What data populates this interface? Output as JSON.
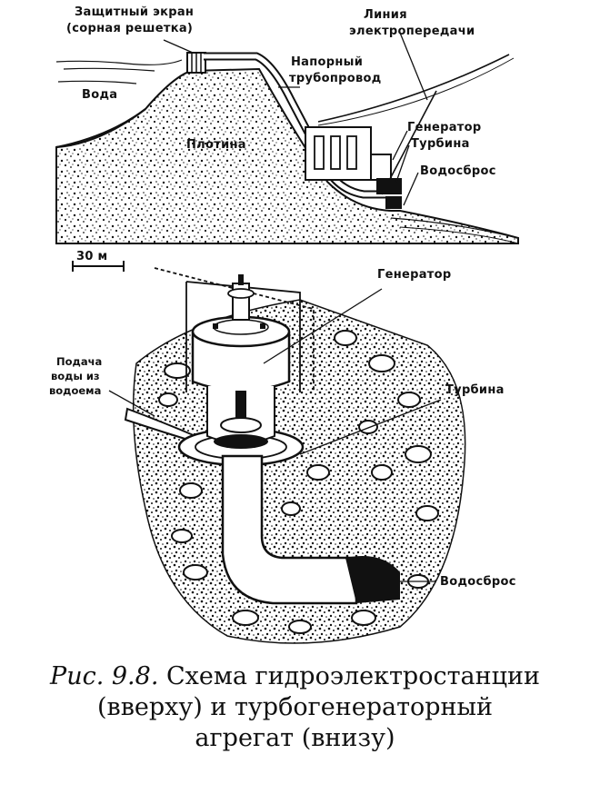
{
  "top_diagram": {
    "labels": {
      "screen_line1": "Защитный экран",
      "screen_line2": "(сорная решетка)",
      "water": "Вода",
      "dam": "Плотина",
      "penstock_line1": "Напорный",
      "penstock_line2": "трубопровод",
      "powerline_line1": "Линия",
      "powerline_line2": "электропередачи",
      "generator": "Генератор",
      "turbine": "Турбина",
      "spillway": "Водосброс"
    },
    "scale": "30 м"
  },
  "bottom_diagram": {
    "labels": {
      "generator": "Генератор",
      "turbine": "Турбина",
      "intake_line1": "Подача",
      "intake_line2": "воды из",
      "intake_line3": "водоема",
      "spillway": "Водосброс"
    }
  },
  "caption": {
    "prefix": "Рис. 9.8.",
    "line1": "Схема гидроэлектростанции",
    "line2": "(вверху) и турбогенераторный",
    "line3": "агрегат (внизу)"
  }
}
